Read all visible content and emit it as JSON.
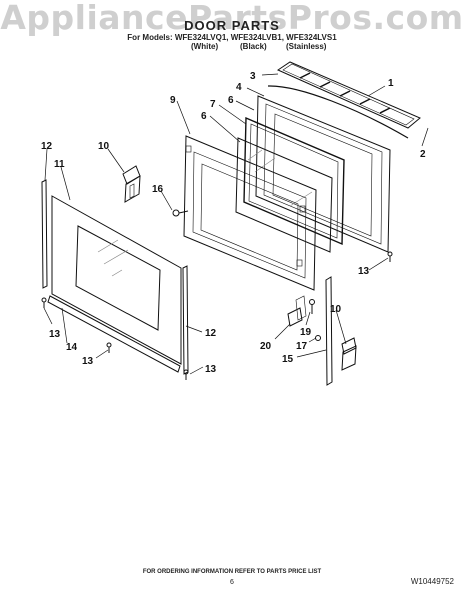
{
  "watermark": "AppliancePartsPros.com",
  "title": "DOOR PARTS",
  "models_line": "For Models: WFE324LVQ1, WFE324LVB1, WFE324LVS1",
  "variants": [
    "(White)",
    "(Black)",
    "(Stainless)"
  ],
  "callouts": {
    "c1": "1",
    "c2": "2",
    "c3": "3",
    "c4": "4",
    "c6a": "6",
    "c6b": "6",
    "c7": "7",
    "c9": "9",
    "c10a": "10",
    "c10b": "10",
    "c11": "11",
    "c12a": "12",
    "c12b": "12",
    "c13a": "13",
    "c13b": "13",
    "c13c": "13",
    "c13d": "13",
    "c14": "14",
    "c15": "15",
    "c16": "16",
    "c17": "17",
    "c19": "19",
    "c20": "20"
  },
  "footer_note": "FOR ORDERING INFORMATION REFER TO PARTS PRICE LIST",
  "page_number": "6",
  "document_number": "W10449752",
  "colors": {
    "line": "#111111",
    "watermark": "#cfcfcf",
    "glass_hatch": "#888888"
  }
}
